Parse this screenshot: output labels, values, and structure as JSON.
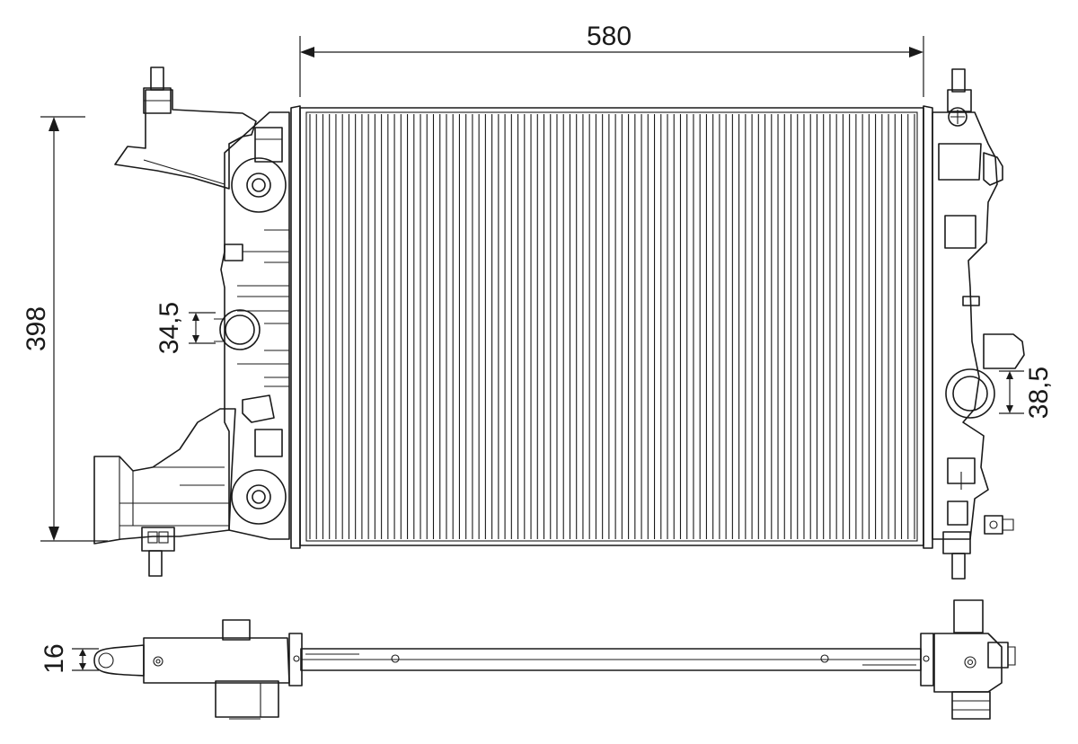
{
  "dimensions": {
    "width": "580",
    "height": "398",
    "inlet_offset": "34,5",
    "outlet_offset": "38,5",
    "core_thickness": "16"
  },
  "core": {
    "fin_count": 94
  }
}
